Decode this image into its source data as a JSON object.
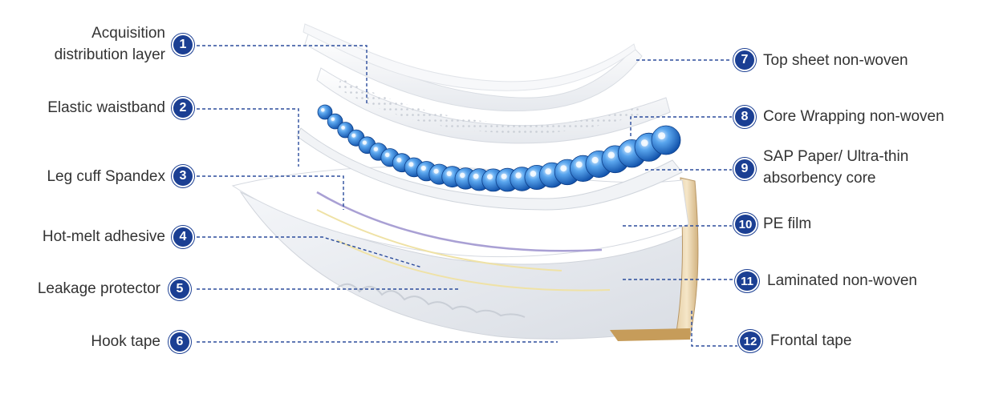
{
  "diagram": {
    "accent_color": "#1b3f93",
    "left_items": [
      {
        "number": "1",
        "label_line1": "Acquisition",
        "label_line2": "distribution layer"
      },
      {
        "number": "2",
        "label": "Elastic waistband"
      },
      {
        "number": "3",
        "label": "Leg cuff Spandex"
      },
      {
        "number": "4",
        "label": "Hot-melt adhesive"
      },
      {
        "number": "5",
        "label": "Leakage protector"
      },
      {
        "number": "6",
        "label": "Hook tape"
      }
    ],
    "right_items": [
      {
        "number": "7",
        "label": "Top sheet non-woven"
      },
      {
        "number": "8",
        "label": "Core Wrapping non-woven"
      },
      {
        "number": "9",
        "label_line1": "SAP Paper/ Ultra-thin",
        "label_line2": "absorbency core"
      },
      {
        "number": "10",
        "label": "PE film"
      },
      {
        "number": "11",
        "label": "Laminated non-woven"
      },
      {
        "number": "12",
        "label": "Frontal tape"
      }
    ]
  }
}
